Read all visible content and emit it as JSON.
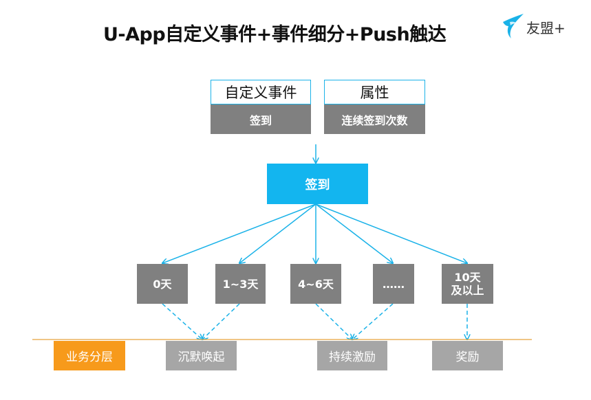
{
  "title": "U-App自定义事件+事件细分+Push触达",
  "logo": {
    "text": "友盟+",
    "icon": "umeng-swallow-icon",
    "color": "#1ab2e8"
  },
  "header_boxes": {
    "event_label": "自定义事件",
    "attribute_label": "属性",
    "event_value": "签到",
    "attribute_value": "连续签到次数"
  },
  "center_node": "签到",
  "segments": [
    {
      "line1": "0天",
      "line2": ""
    },
    {
      "line1": "1~3天",
      "line2": ""
    },
    {
      "line1": "4~6天",
      "line2": ""
    },
    {
      "line1": "……",
      "line2": ""
    },
    {
      "line1": "10天",
      "line2": "及以上"
    }
  ],
  "layer_label": "业务分层",
  "layers": [
    "沉默唤起",
    "持续激励",
    "奖励"
  ],
  "colors": {
    "accent": "#13b5ef",
    "gray": "#808080",
    "light_gray": "#a6a6a6",
    "orange": "#f79a1b"
  }
}
